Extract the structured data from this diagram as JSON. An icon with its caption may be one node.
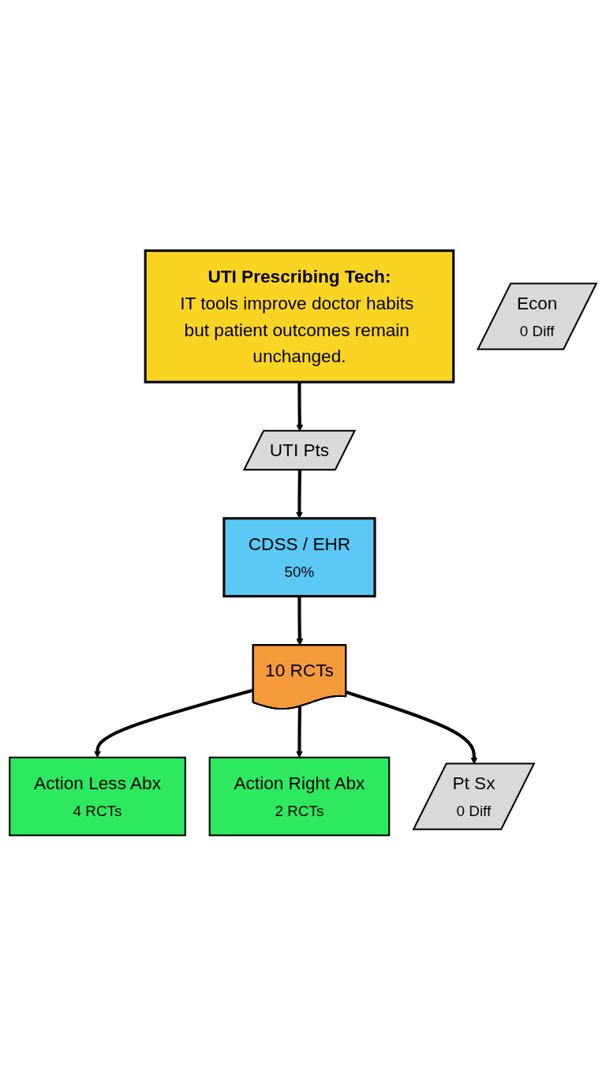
{
  "diagram": {
    "nodes": [
      {
        "text": [
          "UTI Prescribing Tech:",
          "IT tools improve doctor habits but patient outcomes remain unchanged."
        ]
      },
      {
        "text": [
          "UTI Pts"
        ]
      },
      {
        "text": [
          "CDSS / EHR",
          "50%"
        ]
      },
      {
        "text": [
          "10 RCTs"
        ]
      },
      {
        "text": [
          "Action Less Abx",
          "4 RCTs"
        ]
      },
      {
        "text": [
          "Action Right Abx",
          "2 RCTs"
        ]
      },
      {
        "text": [
          "Pt Sx",
          "0 Diff"
        ]
      },
      {
        "text": [
          "Econ",
          "0 Diff"
        ]
      }
    ],
    "edges": [
      {
        "from": 0,
        "to": 1,
        "arrow": "to"
      },
      {
        "from": 1,
        "to": 2,
        "arrow": "to"
      },
      {
        "from": 2,
        "to": 3,
        "arrow": "to"
      },
      {
        "from": 3,
        "to": 4,
        "arrow": "to"
      },
      {
        "from": 3,
        "to": 5,
        "arrow": "to"
      },
      {
        "from": 3,
        "to": 6,
        "arrow": "to"
      }
    ]
  }
}
